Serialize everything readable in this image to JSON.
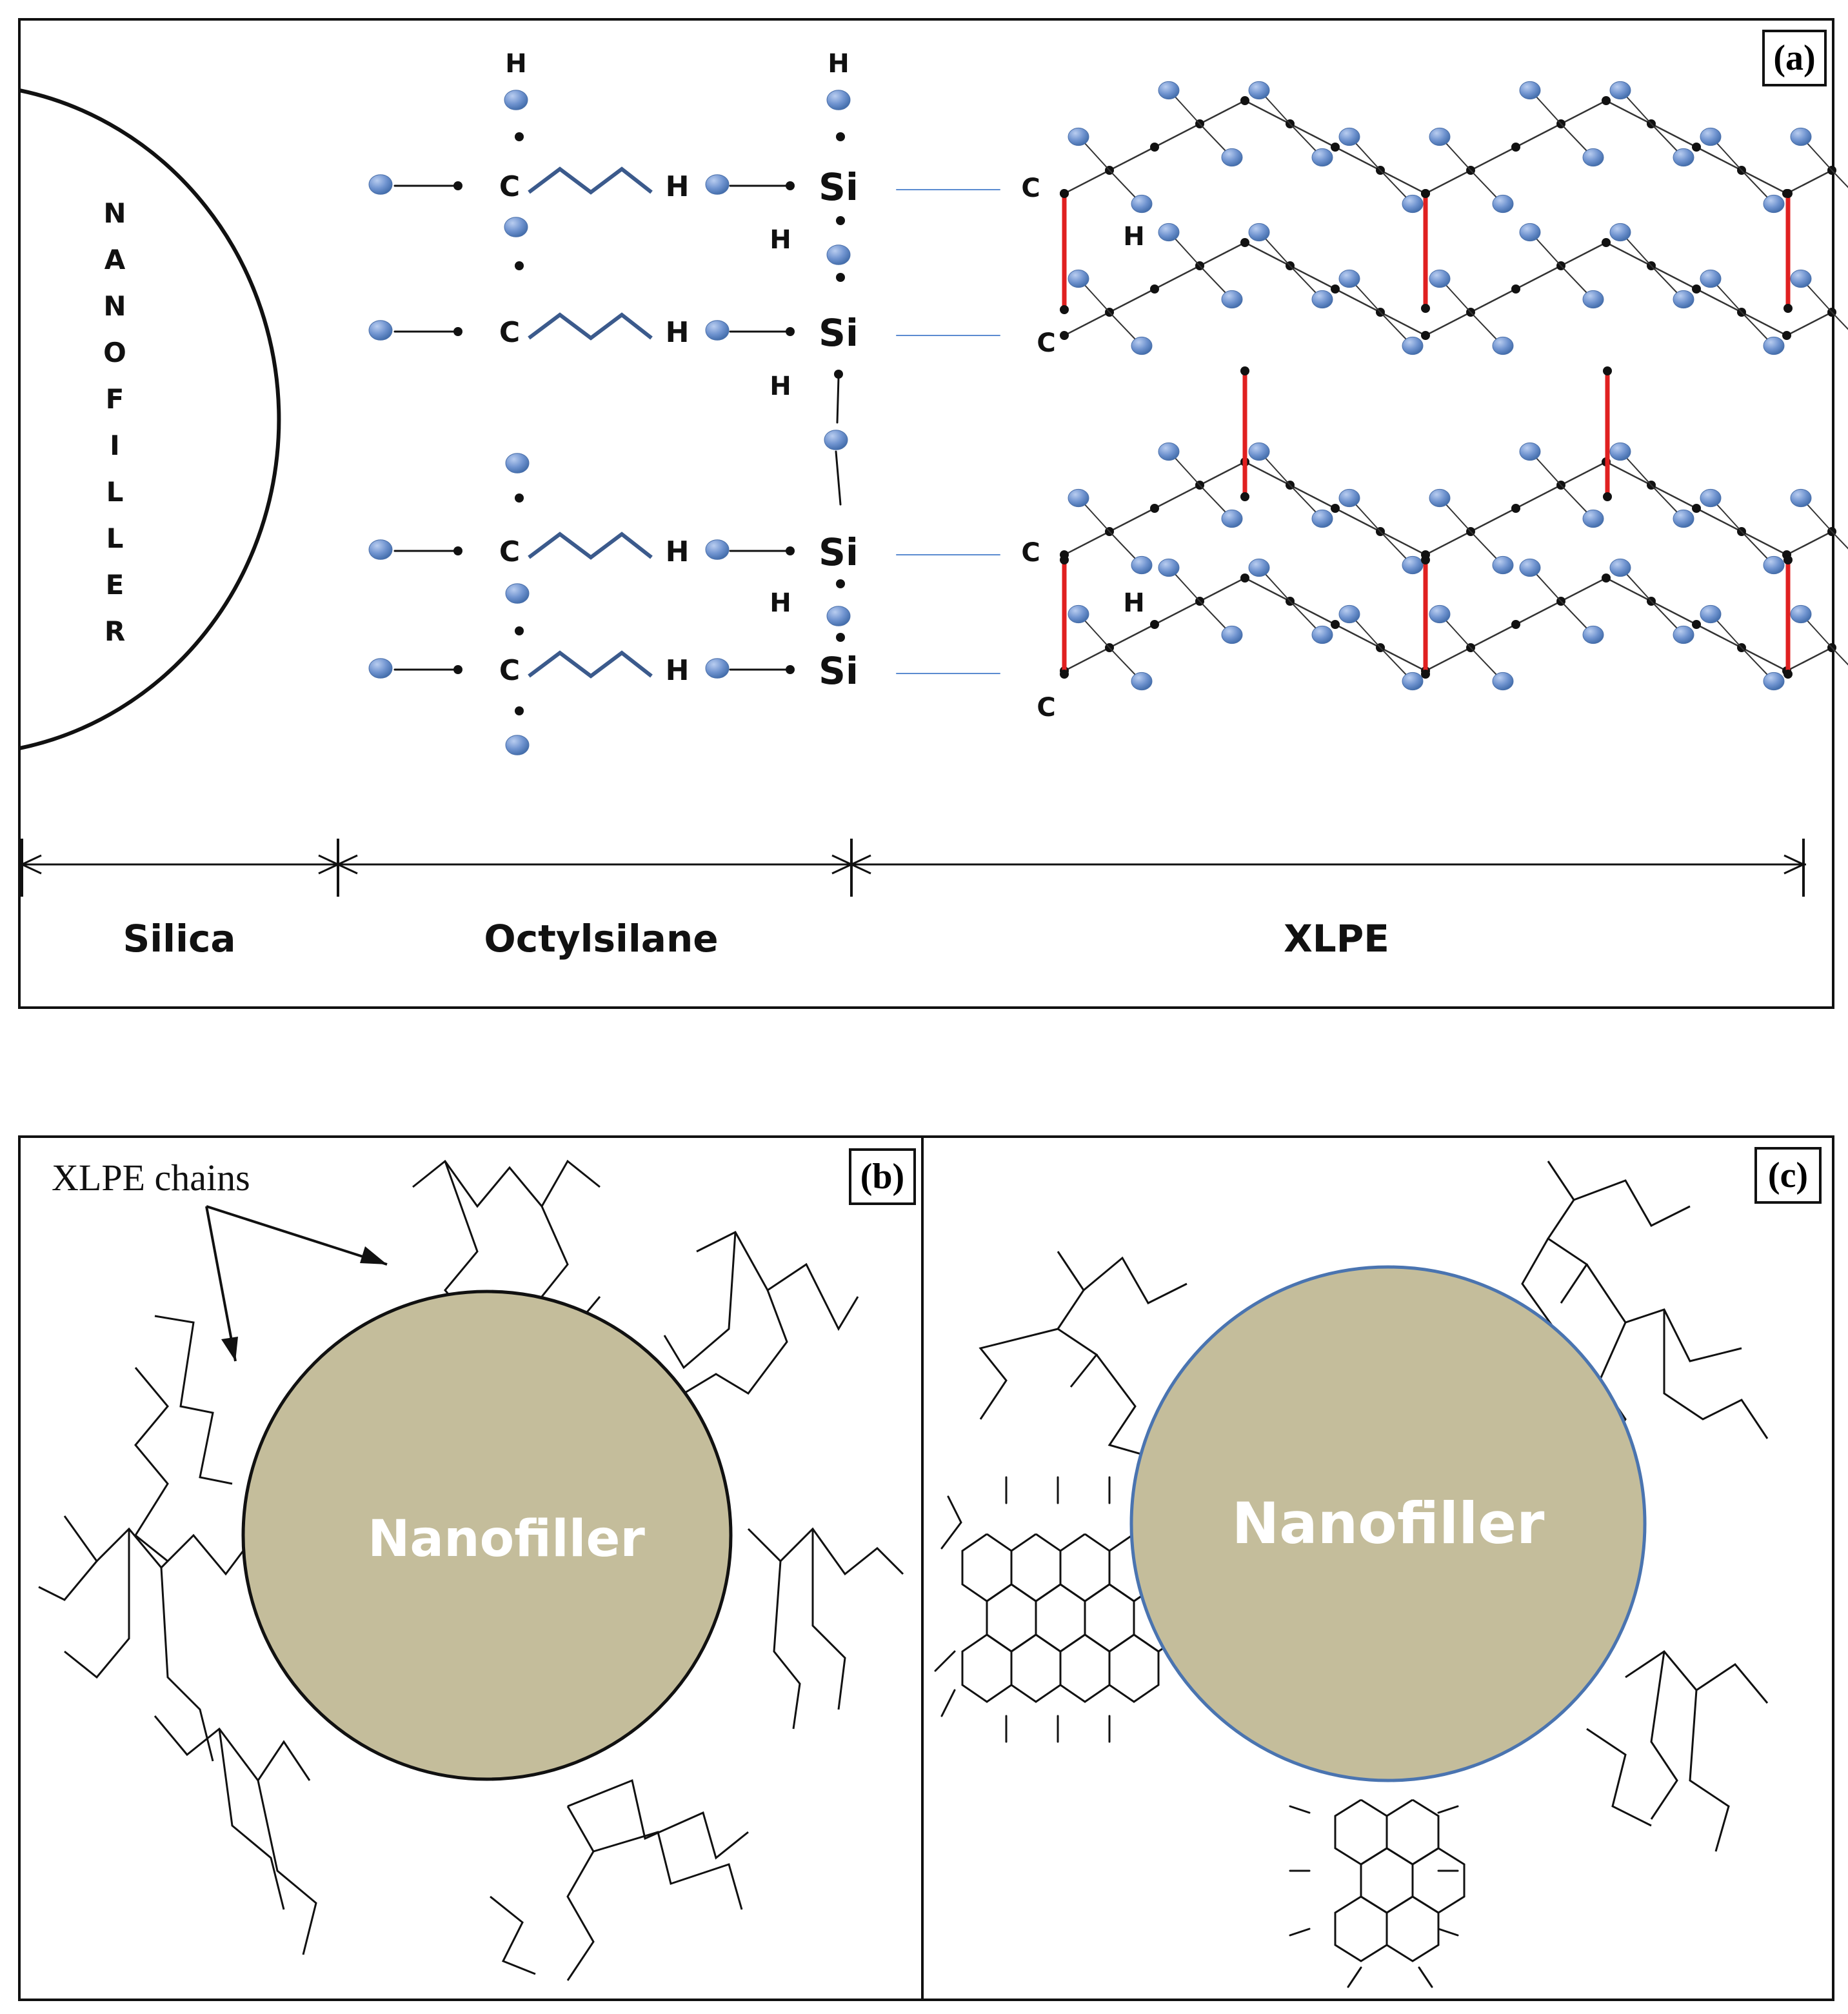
{
  "panel_a": {
    "label": "(a)",
    "filler_word": "NANOFILLER",
    "atoms": {
      "carbon": "C",
      "hydrogen": "H",
      "silicon": "Si"
    },
    "regions": {
      "silica": "Silica",
      "octylsilane": "Octylsilane",
      "xlpe": "XLPE"
    },
    "colors": {
      "atom_ball": "#6f93cf",
      "crosslink": "#e02020",
      "octyl_chain": "#3b5a8c",
      "bond_line": "#5b8bd0"
    }
  },
  "panel_b": {
    "label": "(b)",
    "annotation": "XLPE chains",
    "nanofiller": "Nanofiller",
    "colors": {
      "filler_fill": "#c4bd9b",
      "filler_edge": "#111111"
    }
  },
  "panel_c": {
    "label": "(c)",
    "nanofiller": "Nanofiller",
    "colors": {
      "filler_fill": "#c4bd9b",
      "filler_edge": "#4a74b0"
    }
  }
}
